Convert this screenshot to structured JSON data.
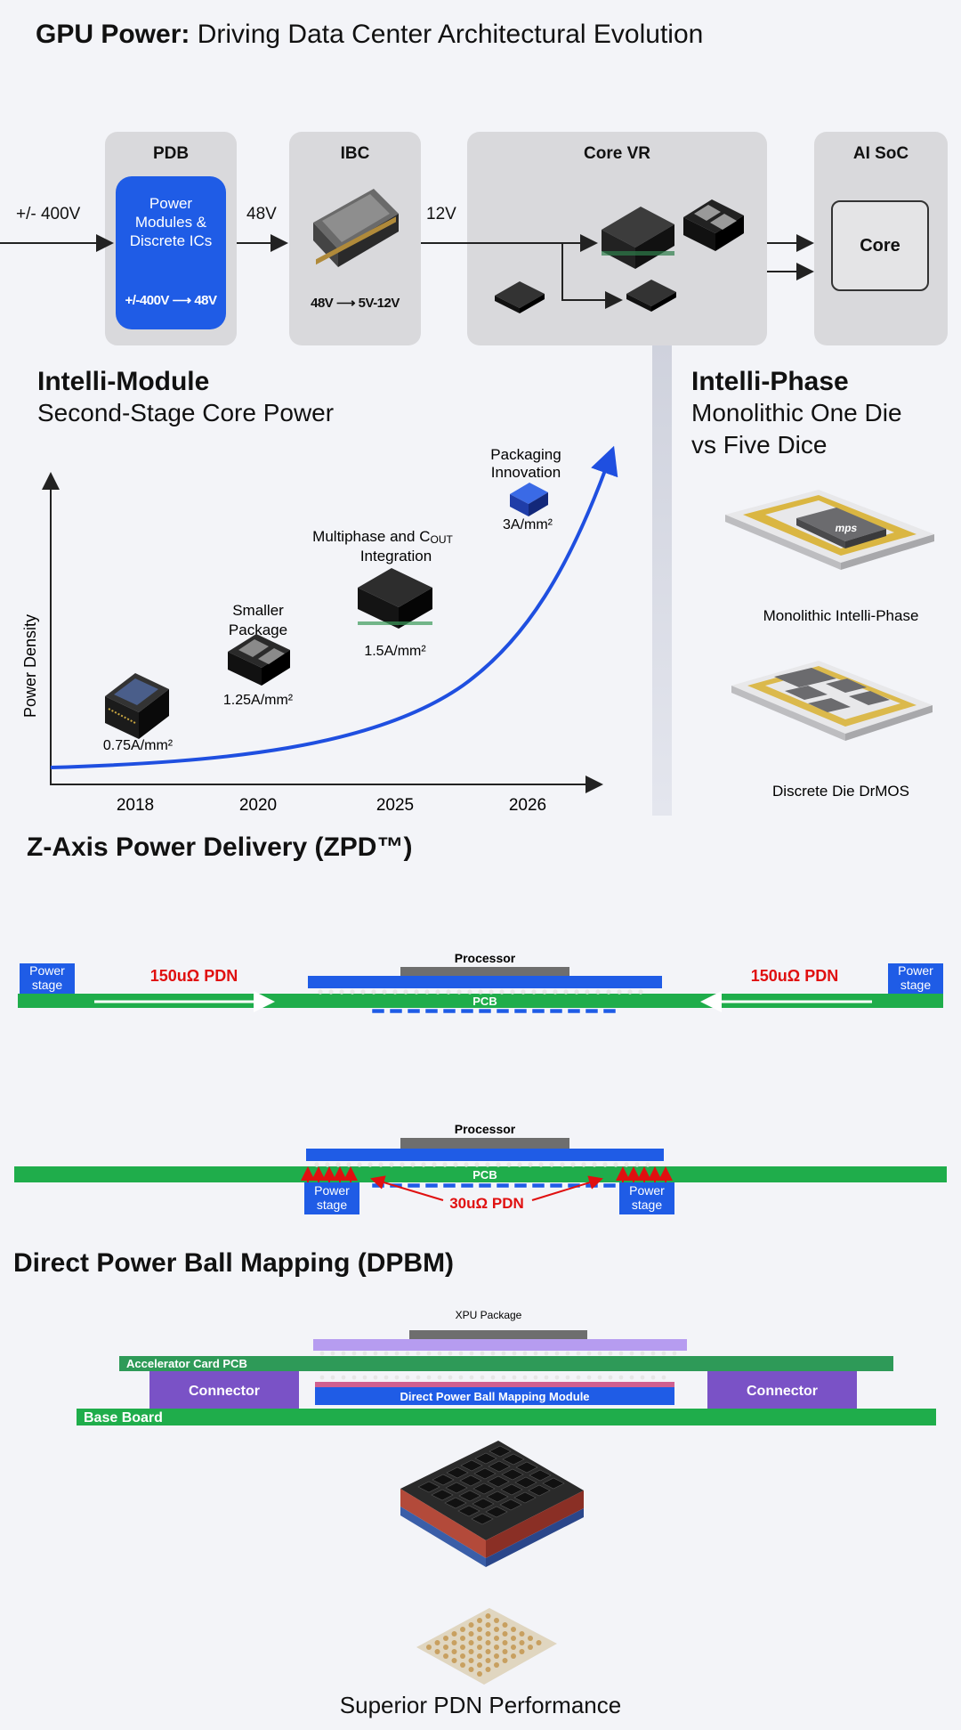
{
  "header": {
    "title_bold": "GPU Power:",
    "title_rest": "Driving Data Center Architectural Evolution"
  },
  "chain": {
    "input_voltage": "+/- 400V",
    "pdb": {
      "title": "PDB",
      "inner": "Power Modules & Discrete ICs",
      "conv_from": "+/-400V",
      "conv_to": "48V"
    },
    "v48": "48V",
    "ibc": {
      "title": "IBC",
      "conv_from": "48V",
      "conv_to": "5V-12V"
    },
    "v12": "12V",
    "corevr": {
      "title": "Core VR"
    },
    "soc": {
      "title": "AI SoC",
      "core": "Core"
    }
  },
  "intelli_module": {
    "title": "Intelli-Module",
    "subtitle": "Second-Stage Core Power",
    "chart_data": {
      "type": "line",
      "ylabel": "Power Density",
      "categories": [
        "2018",
        "2020",
        "2025",
        "2026"
      ],
      "points": [
        {
          "year": "2018",
          "label": "",
          "value": "0.75A/mm²",
          "density": 0.75
        },
        {
          "year": "2020",
          "label": "Smaller Package",
          "value": "1.25A/mm²",
          "density": 1.25
        },
        {
          "year": "2025",
          "label": "Multiphase and COUT Integration",
          "value": "1.5A/mm²",
          "density": 1.5
        },
        {
          "year": "2026",
          "label": "Packaging Innovation",
          "value": "3A/mm²",
          "density": 3
        }
      ],
      "series_color": "#1f4fe0"
    },
    "label_smaller": [
      "Smaller",
      "Package"
    ],
    "label_multi_1": "Multiphase and C",
    "label_multi_sub": "OUT",
    "label_multi_2": "Integration",
    "label_pack": [
      "Packaging",
      "Innovation"
    ]
  },
  "intelli_phase": {
    "title": "Intelli-Phase",
    "subtitle_1": "Monolithic One Die",
    "subtitle_2": "vs Five Dice",
    "chip1_label": "Monolithic Intelli-Phase",
    "chip1_logo": "mps",
    "chip2_label": "Discrete Die DrMOS"
  },
  "zpd": {
    "title": "Z-Axis Power Delivery (ZPD™)",
    "top": {
      "processor": "Processor",
      "pcb": "PCB",
      "pdn": "150uΩ PDN",
      "stage": [
        "Power",
        "stage"
      ]
    },
    "bottom": {
      "processor": "Processor",
      "pcb": "PCB",
      "pdn": "30uΩ PDN",
      "stage": [
        "Power",
        "stage"
      ]
    }
  },
  "dpbm": {
    "title": "Direct Power Ball Mapping (DPBM)",
    "xpu": "XPU Package",
    "acc_pcb": "Accelerator Card PCB",
    "connector": "Connector",
    "module": "Direct Power Ball Mapping Module",
    "base": "Base Board",
    "footer": "Superior PDN Performance"
  },
  "colors": {
    "blue": "#1f5ce6",
    "green": "#1fad4b",
    "red": "#e01010",
    "purple": "#7a52c6",
    "lilac": "#b69cf0",
    "grey_box": "#d9d9dc"
  }
}
